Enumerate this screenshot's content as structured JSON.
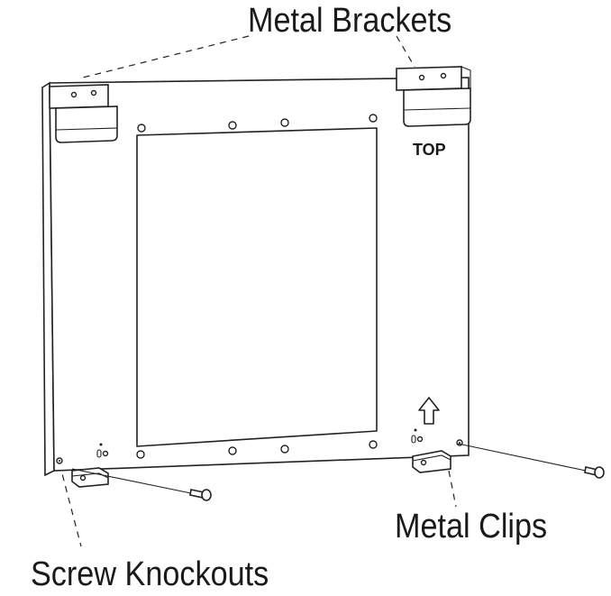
{
  "labels": {
    "metal_brackets": "Metal Brackets",
    "metal_clips": "Metal Clips",
    "screw_knockouts": "Screw Knockouts",
    "panel_marking": "TOP"
  },
  "icons": {
    "orientation_arrow": "up-arrow-icon"
  }
}
